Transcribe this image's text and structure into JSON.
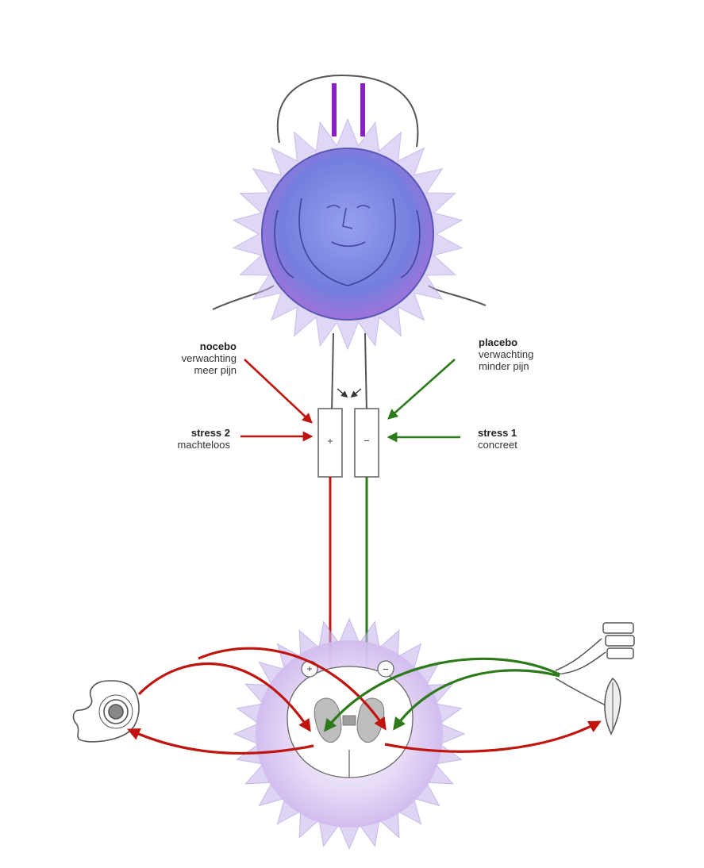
{
  "labels": {
    "nocebo": {
      "title": "nocebo",
      "line1": "verwachting",
      "line2": "meer pijn"
    },
    "placebo": {
      "title": "placebo",
      "line1": "verwachting",
      "line2": "minder pijn"
    },
    "stress2": {
      "title": "stress 2",
      "line1": "machteloos"
    },
    "stress1": {
      "title": "stress 1",
      "line1": "concreet"
    }
  },
  "boxes": {
    "left_sign": "+",
    "right_sign": "−"
  },
  "circles": {
    "left_sign": "+",
    "right_sign": "−"
  },
  "colors": {
    "red": "#c0150f",
    "green": "#2c7a1a",
    "purple": "#8a1fc4",
    "brain_fill": "#6f7ee0",
    "cord_fill": "#d9c7f0",
    "line": "#555555"
  }
}
